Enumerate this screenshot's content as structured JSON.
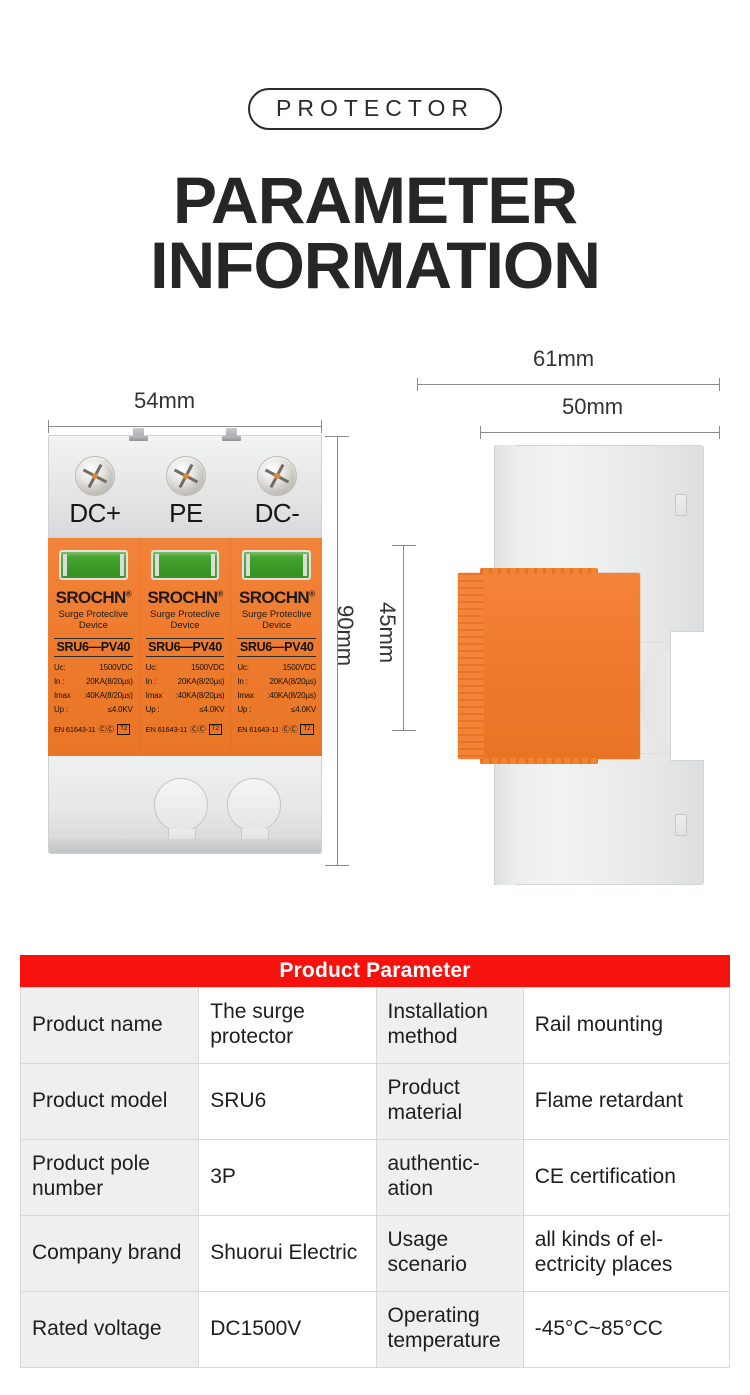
{
  "header": {
    "badge": "PROTECTOR",
    "title_line1": "PARAMETER",
    "title_line2": "INFORMATION"
  },
  "front_view": {
    "width_dim": "54mm",
    "height_dim": "90mm",
    "terminals": [
      "DC+",
      "PE",
      "DC-"
    ],
    "module": {
      "brand": "SROCHN",
      "brand_mark": "®",
      "subtitle_line1": "Surge Proteclive",
      "subtitle_line2": "Device",
      "model": "SRU6—PV40",
      "specs": [
        {
          "key": "Uc:",
          "value": "1500VDC"
        },
        {
          "key": "In :",
          "value": "20KA(8/20µs)"
        },
        {
          "key": "Imax",
          "value": ":40KA(8/20µs)"
        },
        {
          "key": "Up :",
          "value": "≤4.0KV"
        }
      ],
      "standard": "EN 61643-11",
      "mark_cc": "ⒸⒸ",
      "mark_box": "T2"
    }
  },
  "side_view": {
    "outer_width_dim": "61mm",
    "inner_width_dim": "50mm",
    "total_height_dim": "90mm",
    "body_height_dim": "45mm"
  },
  "table": {
    "title": "Product Parameter",
    "rows": [
      {
        "k1": "Product name",
        "v1": "The surge protector",
        "k2": "Installation method",
        "v2": "Rail mounting"
      },
      {
        "k1": "Product model",
        "v1": "SRU6",
        "k2": "Product material",
        "v2": "Flame retardant"
      },
      {
        "k1": "Product pole number",
        "v1": "3P",
        "k2": "authentic- ation",
        "v2": "CE certification"
      },
      {
        "k1": "Company brand",
        "v1": "Shuorui Electric",
        "k2": "Usage scenario",
        "v2": "all kinds of el-ectricity places"
      },
      {
        "k1": "Rated voltage",
        "v1": "DC1500V",
        "k2": "Operating temperature",
        "v2": "-45°C~85°CC"
      }
    ]
  },
  "colors": {
    "table_header_red": "#f5110c",
    "label_cell_gray": "#efefef",
    "product_orange": "#f07a2c",
    "indicator_green": "#3c9a27"
  }
}
